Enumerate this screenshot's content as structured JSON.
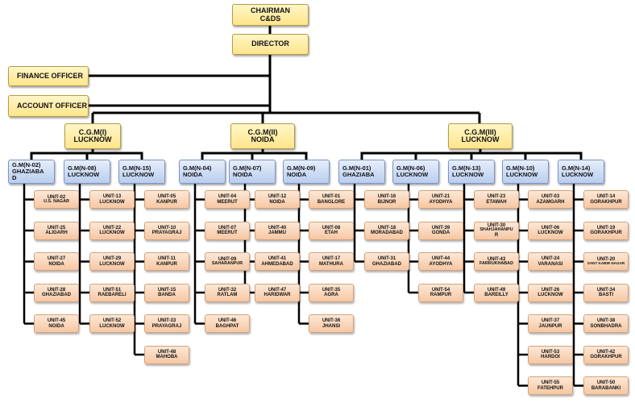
{
  "top": {
    "chairman": [
      "CHAIRMAN",
      "C&DS"
    ],
    "director": "DIRECTOR",
    "finance_officer": "FINANCE OFFICER",
    "account_officer": "ACCOUNT OFFICER"
  },
  "cgms": [
    {
      "title": "C.G.M(I)",
      "location": "LUCKNOW"
    },
    {
      "title": "C.G.M(II)",
      "location": "NOIDA"
    },
    {
      "title": "C.G.M(III)",
      "location": "LUCKNOW"
    }
  ],
  "gms": [
    {
      "cgm": 0,
      "lines": [
        "G.M(N-02)",
        "GHAZIABA",
        "D"
      ],
      "units": [
        [
          "UNIT-02",
          "U.S. NAGAR"
        ],
        [
          "UNIT-25",
          "ALIGARH"
        ],
        [
          "UNIT-27",
          "NOIDA"
        ],
        [
          "UNIT-28",
          "GHAZIABAD"
        ],
        [
          "UNIT-45",
          "NOIDA"
        ]
      ]
    },
    {
      "cgm": 0,
      "lines": [
        "G.M(N-08)",
        "LUCKNOW"
      ],
      "units": [
        [
          "UNIT-13",
          "LUCKNOW"
        ],
        [
          "UNIT-22",
          "LUCKNOW"
        ],
        [
          "UNIT-29",
          "LUCKNOW"
        ],
        [
          "UNIT-51",
          "RAEBARELI"
        ],
        [
          "UNIT-52",
          "LUCKNOW"
        ]
      ]
    },
    {
      "cgm": 0,
      "lines": [
        "G.M(N-15)",
        "LUCKNOW"
      ],
      "units": [
        [
          "UNIT-05",
          "KANPUR"
        ],
        [
          "UNIT-10",
          "PRAYAGRAJ"
        ],
        [
          "UNIT-11",
          "KANPUR"
        ],
        [
          "UNIT-15",
          "BANDA"
        ],
        [
          "UNIT-33",
          "PRAYAGRAJ"
        ],
        [
          "UNIT-48",
          "MAHOBA"
        ]
      ]
    },
    {
      "cgm": 1,
      "lines": [
        "G.M(N-04)",
        "NOIDA"
      ],
      "units": [
        [
          "UNIT-04",
          "MEERUT"
        ],
        [
          "UNIT-07",
          "MEERUT"
        ],
        [
          "UNIT-09",
          "SAHARANPUR"
        ],
        [
          "UNIT-32",
          "RATLAM"
        ],
        [
          "UNIT-46",
          "BAGHPAT"
        ]
      ]
    },
    {
      "cgm": 1,
      "lines": [
        "G.M(N-07)",
        "NOIDA"
      ],
      "units": [
        [
          "UNIT-12",
          "NOIDA"
        ],
        [
          "UNIT-40",
          "JAMMU"
        ],
        [
          "UNIT-41",
          "AHMEDABAD"
        ],
        [
          "UNIT-47",
          "HARIDWAR"
        ]
      ]
    },
    {
      "cgm": 1,
      "lines": [
        "G.M(N-09)",
        "NOIDA"
      ],
      "units": [
        [
          "UNIT-01",
          "BANGLORE"
        ],
        [
          "UNIT-08",
          "ETAH"
        ],
        [
          "UNIT-17",
          "MATHURA"
        ],
        [
          "UNIT-35",
          "AGRA"
        ],
        [
          "UNIT-36",
          "JHANSI"
        ]
      ]
    },
    {
      "cgm": 2,
      "lines": [
        "G.M(N-01)",
        "GHAZIABA"
      ],
      "units": [
        [
          "UNIT-16",
          "BIJNOR"
        ],
        [
          "UNIT-18",
          "MORADABAD"
        ],
        [
          "UNIT-31",
          "GHAZIABAD"
        ]
      ]
    },
    {
      "cgm": 2,
      "lines": [
        "G.M(N-06)",
        "LUCKNOW"
      ],
      "units": [
        [
          "UNIT-21",
          "AYODHYA"
        ],
        [
          "UNIT-39",
          "GONDA"
        ],
        [
          "UNIT-44",
          "AYODHYA"
        ],
        [
          "UNIT-54",
          "RAMPUR"
        ]
      ]
    },
    {
      "cgm": 2,
      "lines": [
        "G.M(N-13)",
        "LUCKNOW"
      ],
      "units": [
        [
          "UNIT-23",
          "ETAWAH"
        ],
        [
          "UNIT-30",
          "SHAHJAHANPU",
          "R"
        ],
        [
          "UNIT-43",
          "FARRUKHABAD"
        ],
        [
          "UNIT-49",
          "BAREILLY"
        ]
      ]
    },
    {
      "cgm": 2,
      "lines": [
        "G.M(N-10)",
        "LUCKNOW"
      ],
      "units": [
        [
          "UNIT-03",
          "AZAMGARH"
        ],
        [
          "UNIT-06",
          "LUCKNOW"
        ],
        [
          "UNIT-24",
          "VARANASI"
        ],
        [
          "UNIT-26",
          "LUCKNOW"
        ],
        [
          "UNIT-37",
          "JAUNPUR"
        ],
        [
          "UNIT-53",
          "HARDOI"
        ],
        [
          "UNIT-55",
          "FATEHPUR"
        ]
      ]
    },
    {
      "cgm": 2,
      "lines": [
        "G.M(N-14)",
        "LUCKNOW"
      ],
      "units": [
        [
          "UNIT-14",
          "GORAKHPUR"
        ],
        [
          "UNIT-19",
          "GORAKHPUR"
        ],
        [
          "UNIT-20",
          "SANT KABIR NAGAR"
        ],
        [
          "UNIT-34",
          "BASTI"
        ],
        [
          "UNIT-38",
          "SONBHADRA"
        ],
        [
          "UNIT-42",
          "GORAKHPUR"
        ],
        [
          "UNIT-50",
          "BARABANKI"
        ]
      ]
    }
  ]
}
